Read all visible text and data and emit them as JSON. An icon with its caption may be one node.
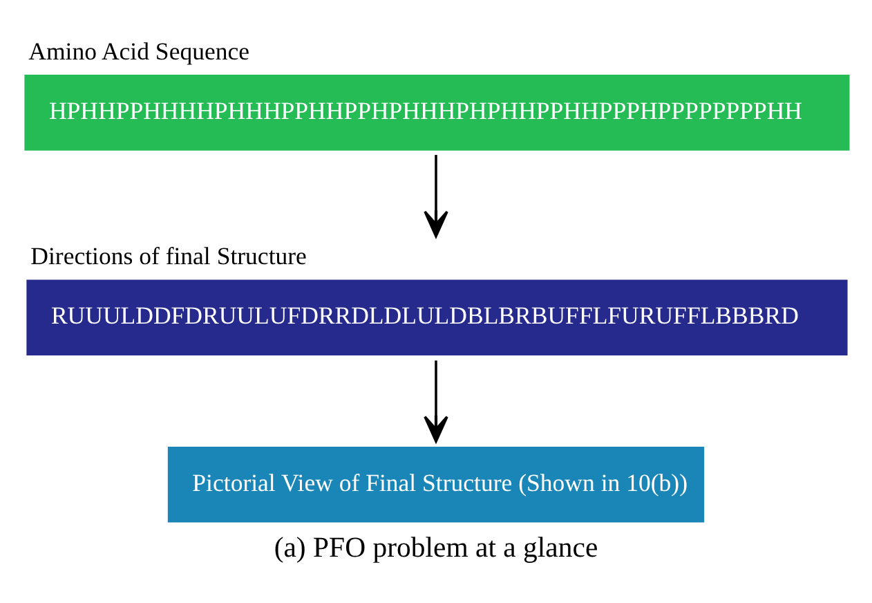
{
  "diagram": {
    "caption": "(a) PFO problem at a glance",
    "nodes": [
      {
        "text": [
          "Amino Acid Sequence",
          "HPHHPPHHHHPHHHPPHHPPHPHHHPHPHHPPHHPPPHPPPPPPPPHH"
        ]
      },
      {
        "text": [
          "Directions of final Structure",
          "RUUULDDFDRUULUFDRRDLDLULDBLBRBUFFLFURUFFLBBBRD"
        ]
      },
      {
        "text": [
          "Pictorial View of Final Structure (Shown in 10(b))"
        ]
      }
    ],
    "edges": [
      {
        "from": 0,
        "to": 1,
        "arrow": "to"
      },
      {
        "from": 1,
        "to": 2,
        "arrow": "to"
      }
    ]
  }
}
